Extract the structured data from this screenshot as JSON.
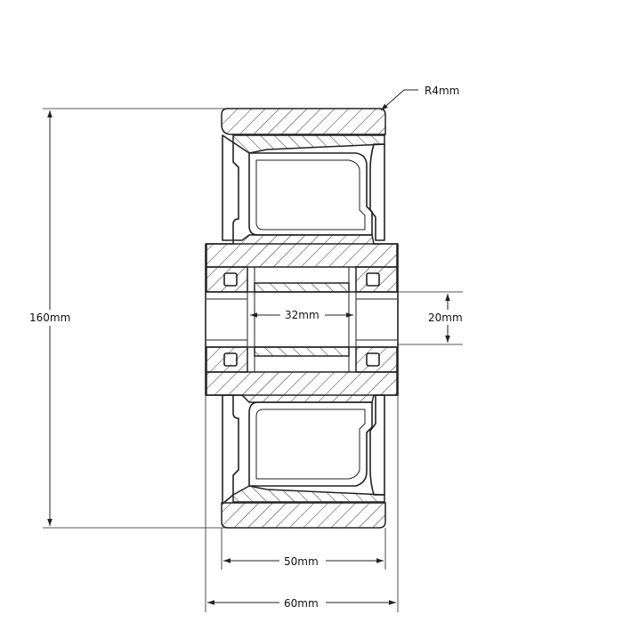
{
  "drawing": {
    "subject": "wheel-cross-section",
    "dimensions": {
      "radius": "R4mm",
      "outer_diameter": "160mm",
      "bore_width": "32mm",
      "bore_diameter": "20mm",
      "tread_width": "50mm",
      "hub_width": "60mm"
    }
  }
}
